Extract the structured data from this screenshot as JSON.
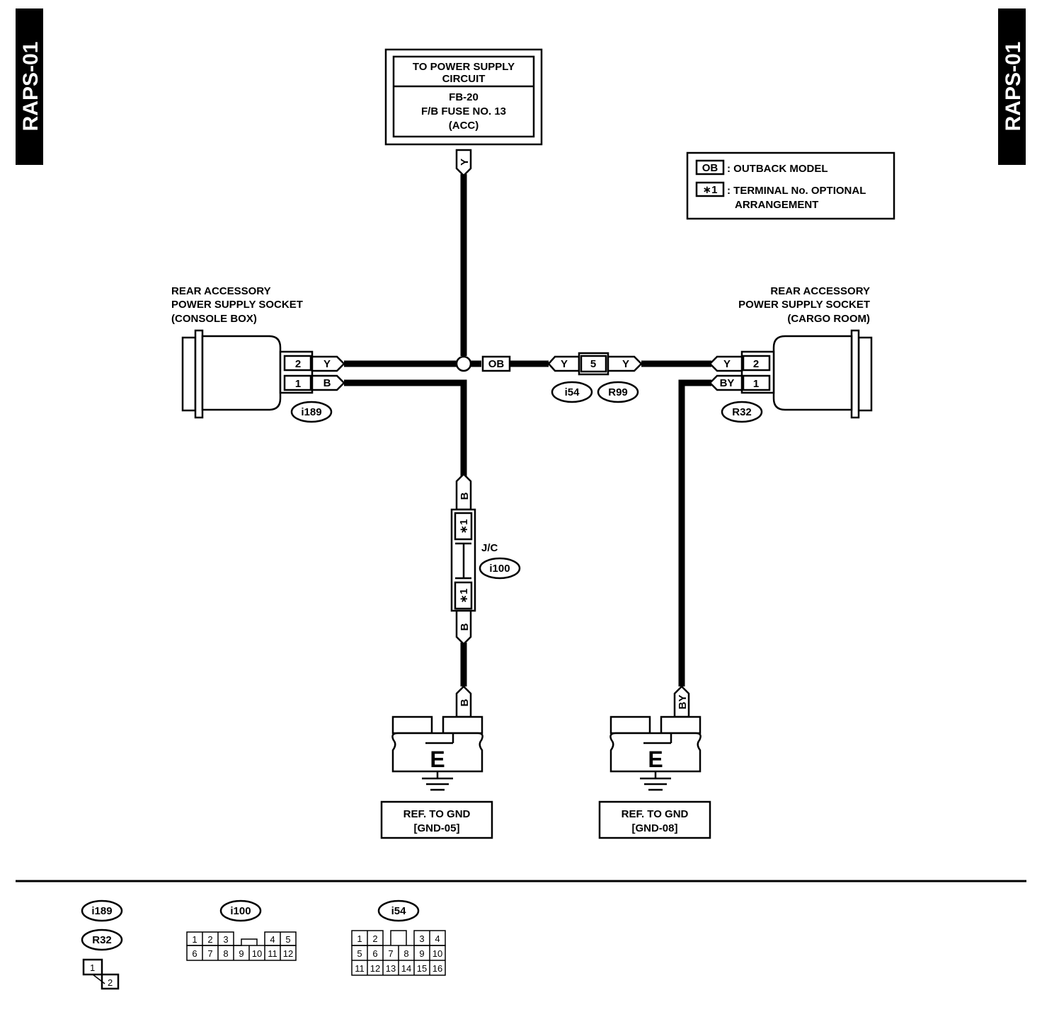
{
  "page_tag": "RAPS-01",
  "power_supply": {
    "title_line1": "TO POWER SUPPLY",
    "title_line2": "CIRCUIT",
    "fuse_line1": "FB-20",
    "fuse_line2": "F/B FUSE NO. 13",
    "fuse_line3": "(ACC)"
  },
  "legend": {
    "ob_symbol": "OB",
    "ob_text": ": OUTBACK MODEL",
    "star_symbol": "∗1",
    "star_text_line1": ": TERMINAL No. OPTIONAL",
    "star_text_line2": "ARRANGEMENT"
  },
  "left_socket": {
    "line1": "REAR ACCESSORY",
    "line2": "POWER SUPPLY SOCKET",
    "line3": "(CONSOLE BOX)",
    "pin_top": "2",
    "pin_bottom": "1",
    "wire_top": "Y",
    "wire_bottom": "B",
    "connector": "i189"
  },
  "right_socket": {
    "line1": "REAR ACCESSORY",
    "line2": "POWER SUPPLY SOCKET",
    "line3": "(CARGO ROOM)",
    "pin_top": "2",
    "pin_bottom": "1",
    "wire_top": "Y",
    "wire_bottom": "BY",
    "connector": "R32"
  },
  "center": {
    "wire_supply": "Y",
    "ob_tag": "OB",
    "wire_a": "Y",
    "pin_mid": "5",
    "wire_b": "Y",
    "conn_a": "i54",
    "conn_b": "R99"
  },
  "junction": {
    "label": "J/C",
    "connector": "i100",
    "wire_top": "B",
    "wire_bottom": "B",
    "term_top": "∗1",
    "term_bottom": "∗1"
  },
  "grounds": [
    {
      "wire": "B",
      "symbol": "E",
      "ref_line1": "REF. TO GND",
      "ref_line2": "[GND-05]"
    },
    {
      "wire": "BY",
      "symbol": "E",
      "ref_line1": "REF. TO GND",
      "ref_line2": "[GND-08]"
    }
  ],
  "connector_views": {
    "c1": "i189",
    "c2": "R32",
    "two_pin": [
      "1",
      "2"
    ],
    "i100_name": "i100",
    "i100_top": [
      "1",
      "2",
      "3",
      "4",
      "5"
    ],
    "i100_bottom": [
      "6",
      "7",
      "8",
      "9",
      "10",
      "11",
      "12"
    ],
    "i54_name": "i54",
    "i54_row1": [
      "1",
      "2",
      "3",
      "4"
    ],
    "i54_row2": [
      "5",
      "6",
      "7",
      "8",
      "9",
      "10"
    ],
    "i54_row3": [
      "11",
      "12",
      "13",
      "14",
      "15",
      "16"
    ]
  }
}
